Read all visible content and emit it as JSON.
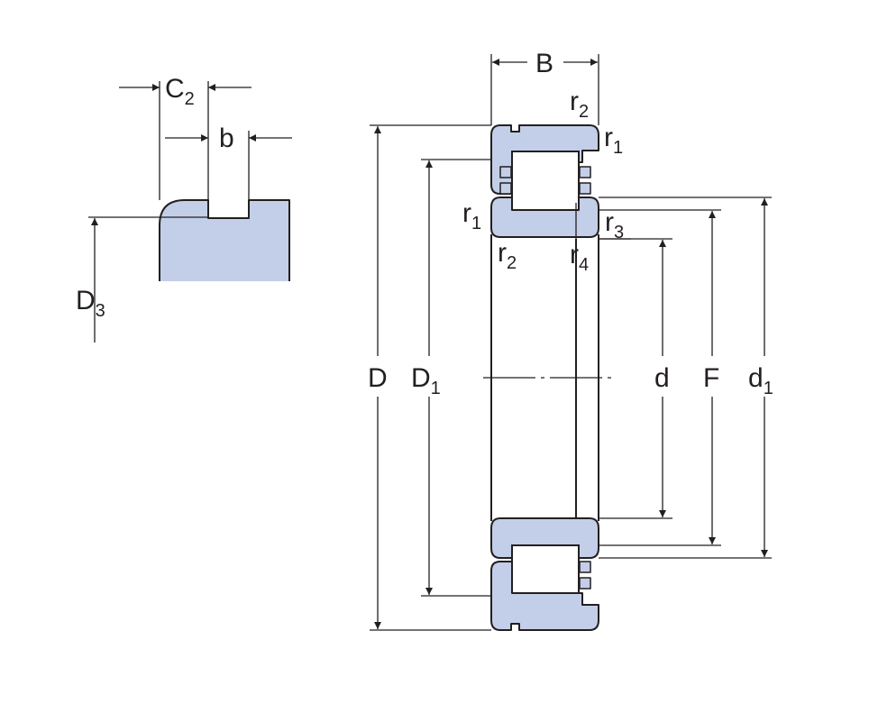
{
  "colors": {
    "fill": "#c3cfe8",
    "ink": "#231f20",
    "background": "#ffffff"
  },
  "labels": {
    "C2": {
      "main": "C",
      "sub": "2"
    },
    "b": {
      "main": "b"
    },
    "D3": {
      "main": "D",
      "sub": "3"
    },
    "B": {
      "main": "B"
    },
    "r2_top": {
      "main": "r",
      "sub": "2"
    },
    "r1_top": {
      "main": "r",
      "sub": "1"
    },
    "r1_left": {
      "main": "r",
      "sub": "1"
    },
    "r3": {
      "main": "r",
      "sub": "3"
    },
    "r2_bottom": {
      "main": "r",
      "sub": "2"
    },
    "r4": {
      "main": "r",
      "sub": "4"
    },
    "D": {
      "main": "D"
    },
    "D1": {
      "main": "D",
      "sub": "1"
    },
    "d": {
      "main": "d"
    },
    "F": {
      "main": "F"
    },
    "d1": {
      "main": "d",
      "sub": "1"
    }
  }
}
